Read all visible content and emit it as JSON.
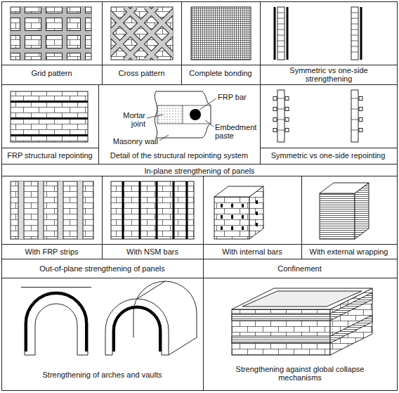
{
  "diagram": {
    "labels": [
      "Grid pattern",
      "Cross pattern",
      "Complete bonding",
      "Symmetric vs one-side strengthening",
      "FRP structural repointing",
      "FRP bar",
      "Mortar joint",
      "Embedment paste",
      "Masonry wall",
      "Detail of the structural repointing system",
      "Symmetric vs one-side repointing",
      "In-plane strengthening of panels",
      "With FRP strips",
      "With NSM bars",
      "With internal bars",
      "With external wrapping",
      "Out-of-plane strengthening of panels",
      "Confinement",
      "Strengthening of arches and vaults",
      "Strengthening against global collapse mechanisms"
    ]
  }
}
